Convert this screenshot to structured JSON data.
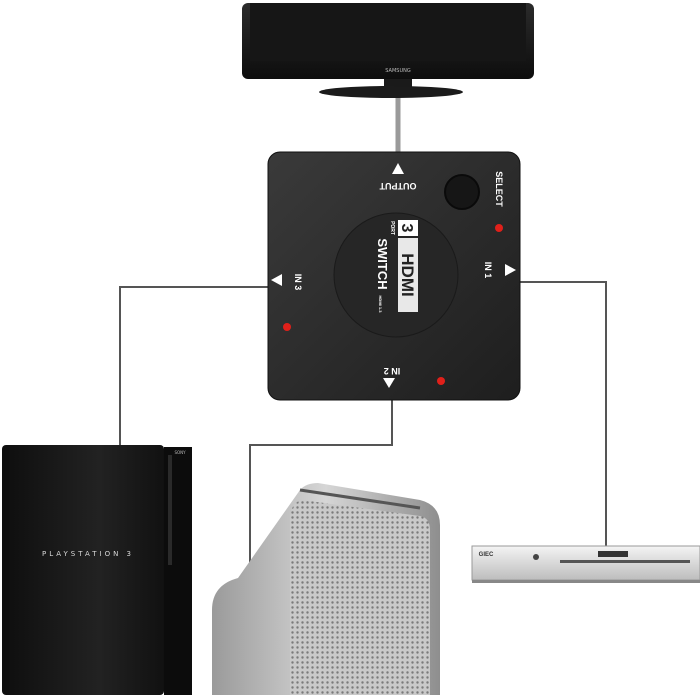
{
  "tv": {
    "brand": "SAMSUNG"
  },
  "hdmi_switch": {
    "output_label": "OUTPUT",
    "select_label": "SELECT",
    "in1_label": "IN 1",
    "in2_label": "IN 2",
    "in3_label": "IN 3",
    "logo_number": "3",
    "logo_hdmi": "HDMI",
    "logo_switch": "SWITCH",
    "logo_ports": "PORT",
    "logo_tag": "HDMI 1.3"
  },
  "playstation": {
    "logo": "PLAYSTATION 3",
    "brand": "SONY"
  },
  "dvd_player": {
    "brand": "GIEC"
  },
  "colors": {
    "cable": "#555555",
    "switch_body": "#2a2a2a",
    "led": "#e0201a"
  }
}
